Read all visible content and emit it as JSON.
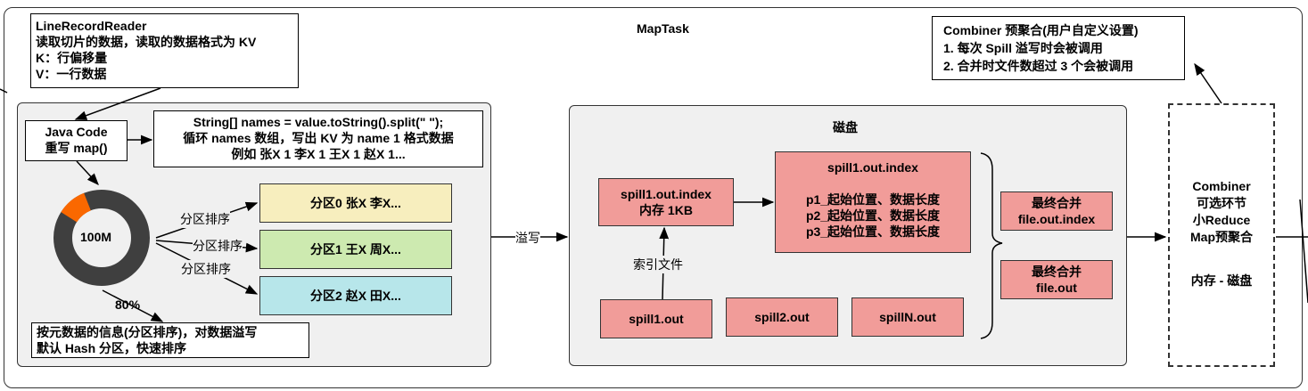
{
  "maptask_title": "MapTask",
  "reader": {
    "lines": [
      "LineRecordReader",
      "读取切片的数据，读取的数据格式为 KV",
      "K：行偏移量",
      "V：一行数据"
    ]
  },
  "javacode": {
    "lines": [
      "Java Code",
      "重写 map()"
    ]
  },
  "code_note": {
    "lines": [
      "String[] names = value.toString().split(\" \");",
      "循环 names 数组，写出 KV 为 name 1 格式数据",
      "例如 张X 1 李X 1 王X 1 赵X 1..."
    ]
  },
  "buffer": {
    "label": "100M",
    "threshold_label": "80%",
    "fill_fraction": 0.1,
    "colors": {
      "ring": "#3f3f3f",
      "fill": "#fa6800"
    }
  },
  "partition_edges": [
    "分区排序",
    "分区排序",
    "分区排序"
  ],
  "partitions": [
    {
      "label": "分区0 张X 李X...",
      "color": "#f7eebe"
    },
    {
      "label": "分区1 王X 周X...",
      "color": "#cdeab0"
    },
    {
      "label": "分区2 赵X 田X...",
      "color": "#b7e6ea"
    }
  ],
  "sort_note": {
    "lines": [
      "按元数据的信息(分区排序)，对数据溢写",
      "默认 Hash 分区，快速排序"
    ]
  },
  "spill_edge": "溢写",
  "disk": {
    "title": "磁盘",
    "index_mem": {
      "lines": [
        "spill1.out.index",
        "内存 1KB"
      ]
    },
    "index_detail": {
      "title": "spill1.out.index",
      "rows": [
        "p1_起始位置、数据长度",
        "p2_起始位置、数据长度",
        "p3_起始位置、数据长度"
      ]
    },
    "index_edge": "索引文件",
    "spills": [
      "spill1.out",
      "spill2.out",
      "spillN.out"
    ],
    "merged_index": {
      "lines": [
        "最终合并",
        "file.out.index"
      ]
    },
    "merged_out": {
      "lines": [
        "最终合并",
        "file.out"
      ]
    }
  },
  "combiner_note": {
    "lines": [
      "Combiner 预聚合(用户自定义设置)",
      "1. 每次 Spill 溢写时会被调用",
      "2. 合并时文件数超过 3 个会被调用"
    ]
  },
  "combiner": {
    "lines": [
      "Combiner",
      "可选环节",
      "小Reduce",
      "Map预聚合"
    ],
    "footer": "内存 - 磁盘"
  },
  "colors": {
    "panel": "#f0f0f0",
    "pink": "#f19c99"
  }
}
